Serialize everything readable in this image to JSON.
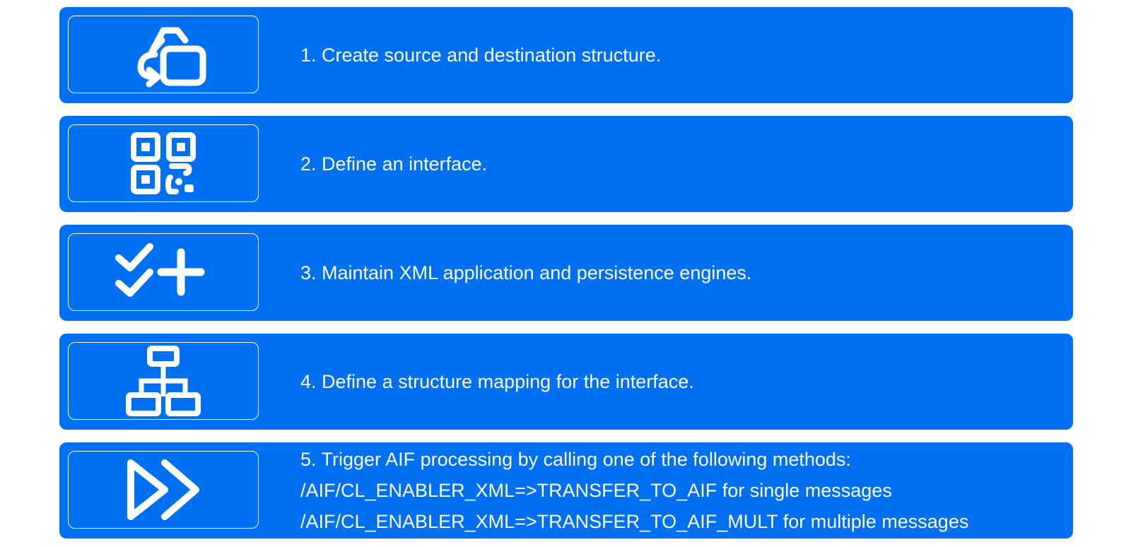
{
  "colors": {
    "card_background": "#0070f2",
    "foreground": "#ffffff"
  },
  "steps": [
    {
      "icon": "structure-cycle-icon",
      "lines": [
        "1. Create source and destination structure."
      ]
    },
    {
      "icon": "qr-code-icon",
      "lines": [
        "2. Define an interface."
      ]
    },
    {
      "icon": "check-plus-icon",
      "lines": [
        "3. Maintain XML application and persistence engines."
      ]
    },
    {
      "icon": "org-hierarchy-icon",
      "lines": [
        "4. Define a structure mapping for the interface."
      ]
    },
    {
      "icon": "fast-forward-icon",
      "lines": [
        "5. Trigger AIF processing by calling one of the following methods:",
        "/AIF/CL_ENABLER_XML=>TRANSFER_TO_AIF for single messages",
        "/AIF/CL_ENABLER_XML=>TRANSFER_TO_AIF_MULT for multiple messages"
      ]
    }
  ]
}
